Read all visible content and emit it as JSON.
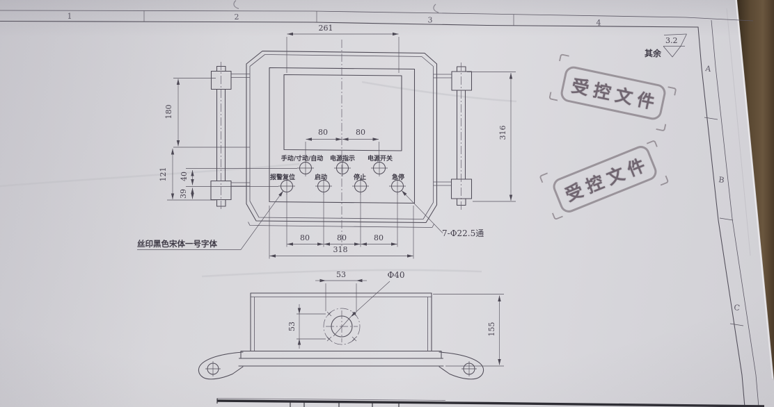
{
  "photo": {
    "paper_color": "#d8d7db",
    "ink_color": "#4c4854",
    "stamp_color": "#766a72",
    "table_color": "#57452f"
  },
  "sheet": {
    "top_zone_labels": [
      "1",
      "2",
      "3",
      "4"
    ],
    "side_zone_labels": [
      "A",
      "B",
      "C"
    ],
    "roughness_note": {
      "prefix": "其余",
      "value": "3.2"
    }
  },
  "stamps": [
    {
      "text": "受控文件"
    },
    {
      "text": "受控文件"
    }
  ],
  "front_view": {
    "button_labels_row1": [
      {
        "label": "手动/寸动/自动"
      },
      {
        "label": "电源指示"
      },
      {
        "label": "电源开关"
      }
    ],
    "button_labels_row2": [
      {
        "label": "报警复位"
      },
      {
        "label": "启动"
      },
      {
        "label": "停止"
      },
      {
        "label": "急停"
      }
    ],
    "annotations": {
      "silkscreen_note": "丝印黑色宋体一号字体",
      "holes_note": "7-Φ22.5通"
    },
    "dimensions": {
      "cutout_width": "261",
      "top_pitch": [
        "80",
        "80"
      ],
      "upper_height": "180",
      "lower_height": "121",
      "row_spacing": "40",
      "bottom_margin": "39",
      "side_height": "316",
      "bottom_pitch": [
        "80",
        "80",
        "80"
      ],
      "overall_width": "318"
    }
  },
  "bottom_view": {
    "dimensions": {
      "horizontal_offset": "53",
      "vertical_offset": "53",
      "boss_diameter": "Φ40",
      "overall_height": "155"
    }
  }
}
